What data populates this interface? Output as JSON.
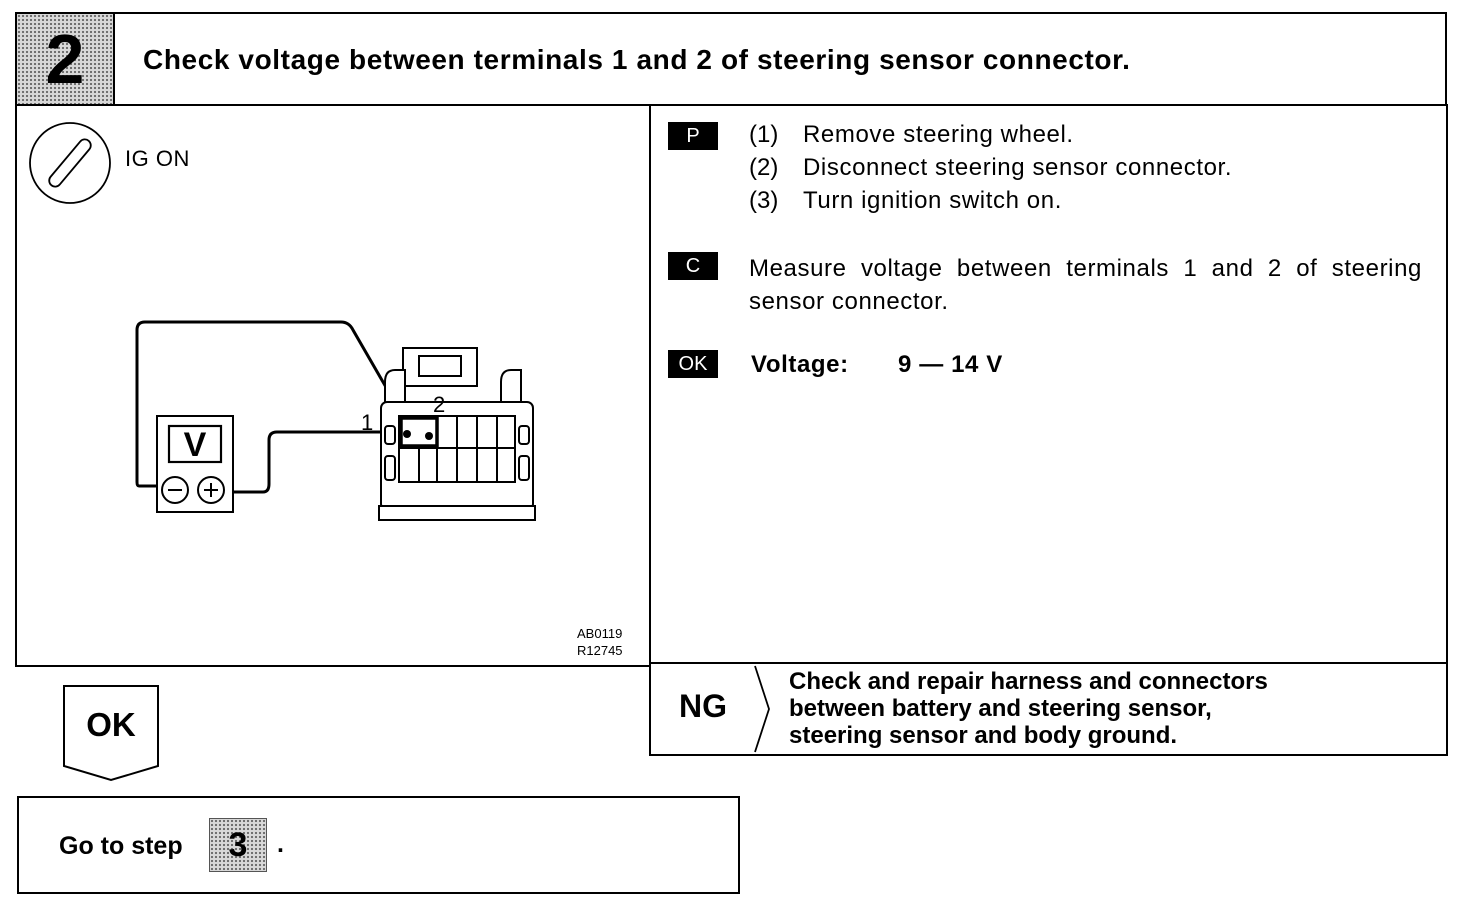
{
  "header": {
    "step_number": "2",
    "title": "Check voltage between terminals 1 and 2 of steering sensor connector."
  },
  "figure": {
    "condition_icon": "ignition-key-icon",
    "condition_label": "IG ON",
    "meter_symbol": "V",
    "terminal_1": "1",
    "terminal_2": "2",
    "code_1": "AB0119",
    "code_2": "R12745"
  },
  "instructions": {
    "prep_tag": "P",
    "prep_steps": [
      {
        "num": "(1)",
        "text": "Remove steering wheel."
      },
      {
        "num": "(2)",
        "text": "Disconnect steering sensor connector."
      },
      {
        "num": "(3)",
        "text": "Turn ignition switch on."
      }
    ],
    "check_tag": "C",
    "check_text": "Measure voltage between terminals 1 and 2 of steering sensor connector.",
    "ok_tag": "OK",
    "ok_label": "Voltage:",
    "ok_value": "9 — 14 V"
  },
  "ng": {
    "label": "NG",
    "lines": [
      "Check and repair harness and connectors",
      "between battery and steering sensor,",
      "steering sensor and body ground."
    ]
  },
  "ok_result": {
    "label": "OK"
  },
  "goto": {
    "text": "Go to step",
    "step": "3",
    "period": "."
  }
}
